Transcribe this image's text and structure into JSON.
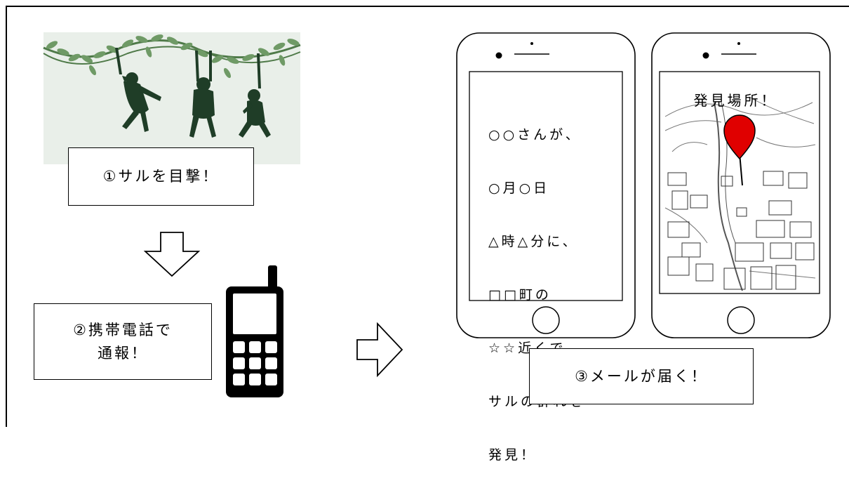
{
  "step1": {
    "label": "①サルを目撃！",
    "image": "monkeys-on-vines-illustration"
  },
  "step2": {
    "line1": "②携帯電話で",
    "line2": "通報！",
    "icon": "feature-phone-icon"
  },
  "step3": {
    "label": "③メールが届く！"
  },
  "phone_message": {
    "lines": [
      "○○さんが、",
      "○月○日",
      "△時△分に、",
      "□□町の",
      "☆☆近くで、",
      "サルの群れを",
      "発見！"
    ]
  },
  "phone_map": {
    "title": "発見場所！",
    "pin_color": "#e00000"
  },
  "colors": {
    "vine_bg": "#e9efe9",
    "leaf": "#5e8a57",
    "monkey": "#1f3d27"
  }
}
